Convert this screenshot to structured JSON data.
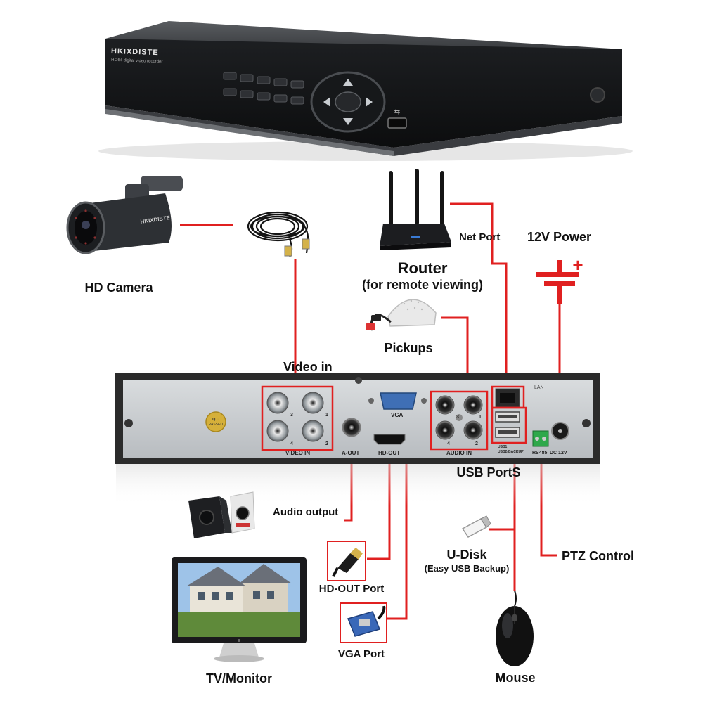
{
  "dvr_front": {
    "brand": "HKIXDISTE",
    "subtitle": "H.264 digital video recorder"
  },
  "devices": {
    "camera": {
      "label": "HD Camera",
      "icon": "camera-icon"
    },
    "cable": {
      "icon": "coax-cable-icon"
    },
    "router": {
      "label": "Router",
      "sublabel": "(for remote viewing)",
      "icon": "router-icon"
    },
    "net_port": {
      "label": "Net Port"
    },
    "power": {
      "label": "12V Power",
      "plus": "+",
      "icon": "dc-power-symbol-icon"
    },
    "pickups": {
      "label": "Pickups",
      "icon": "microphone-pickup-icon"
    },
    "audio_output": {
      "label": "Audio output",
      "icon": "speakers-icon"
    },
    "hdmi": {
      "label": "HD-OUT Port",
      "icon": "hdmi-connector-icon"
    },
    "vga": {
      "label": "VGA Port",
      "icon": "vga-connector-icon"
    },
    "usb_ports": {
      "label": "USB PortS"
    },
    "udisk": {
      "label": "U-Disk",
      "sublabel": "(Easy USB Backup)",
      "icon": "usb-stick-icon"
    },
    "ptz": {
      "label": "PTZ Control"
    },
    "mouse": {
      "label": "Mouse",
      "icon": "mouse-icon"
    },
    "monitor": {
      "label": "TV/Monitor",
      "icon": "monitor-icon"
    }
  },
  "rear_panel": {
    "video_in_title": "Video in",
    "video_in_label": "VIDEO IN",
    "a_out": "A-OUT",
    "vga": "VGA",
    "hd_out": "HD-OUT",
    "audio_in": "AUDIO IN",
    "lan": "LAN",
    "usb1": "USB1",
    "usb2": "USB2(BACKUP)",
    "rs485": "RS485",
    "dc12v": "DC 12V",
    "qc": "Q.C PASSED",
    "port_numbers": [
      "3",
      "1",
      "4",
      "2"
    ]
  },
  "colors": {
    "connector_line": "#e02020",
    "highlight_box": "#e02020",
    "panel_body": "#2b2b2b",
    "panel_plate": "#c9cdd0"
  }
}
